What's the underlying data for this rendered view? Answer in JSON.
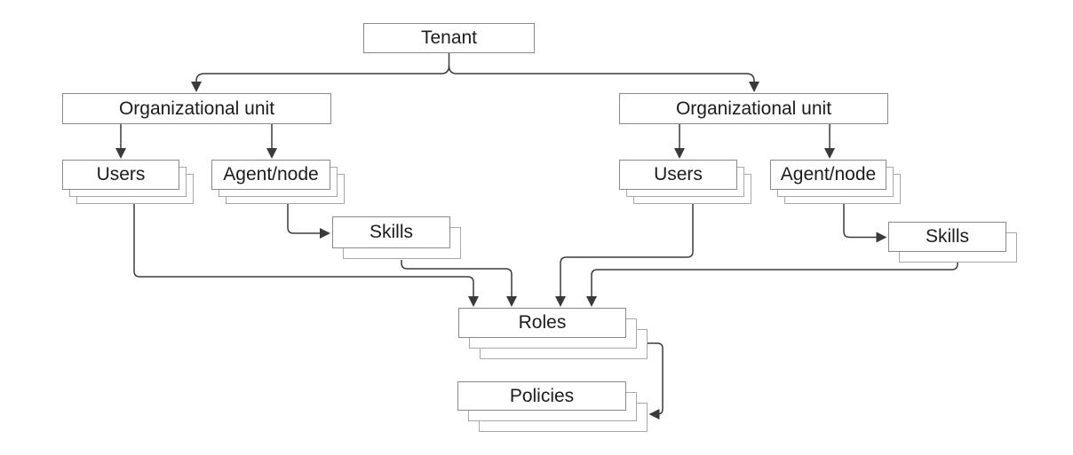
{
  "diagram": {
    "background": "#ffffff",
    "connector_color": "#3a3a3a",
    "box_border_color": "#8a8a8a",
    "shadow_border_color": "#a8a8a8",
    "text_color": "#1c1c1c",
    "nodes": {
      "tenant": {
        "label": "Tenant",
        "stacked": false
      },
      "ou_left": {
        "label": "Organizational unit",
        "stacked": false
      },
      "ou_right": {
        "label": "Organizational unit",
        "stacked": false
      },
      "users_left": {
        "label": "Users",
        "stacked": true
      },
      "agent_left": {
        "label": "Agent/node",
        "stacked": true
      },
      "skills_left": {
        "label": "Skills",
        "stacked": true
      },
      "users_right": {
        "label": "Users",
        "stacked": true
      },
      "agent_right": {
        "label": "Agent/node",
        "stacked": true
      },
      "skills_right": {
        "label": "Skills",
        "stacked": true
      },
      "roles": {
        "label": "Roles",
        "stacked": true
      },
      "policies": {
        "label": "Policies",
        "stacked": true
      }
    },
    "edges": [
      {
        "from": "tenant",
        "to": "ou_left"
      },
      {
        "from": "tenant",
        "to": "ou_right"
      },
      {
        "from": "ou_left",
        "to": "users_left"
      },
      {
        "from": "ou_left",
        "to": "agent_left"
      },
      {
        "from": "agent_left",
        "to": "skills_left"
      },
      {
        "from": "users_left",
        "to": "roles"
      },
      {
        "from": "skills_left",
        "to": "roles"
      },
      {
        "from": "ou_right",
        "to": "users_right"
      },
      {
        "from": "ou_right",
        "to": "agent_right"
      },
      {
        "from": "agent_right",
        "to": "skills_right"
      },
      {
        "from": "users_right",
        "to": "roles"
      },
      {
        "from": "skills_right",
        "to": "roles"
      },
      {
        "from": "roles",
        "to": "policies"
      }
    ]
  }
}
